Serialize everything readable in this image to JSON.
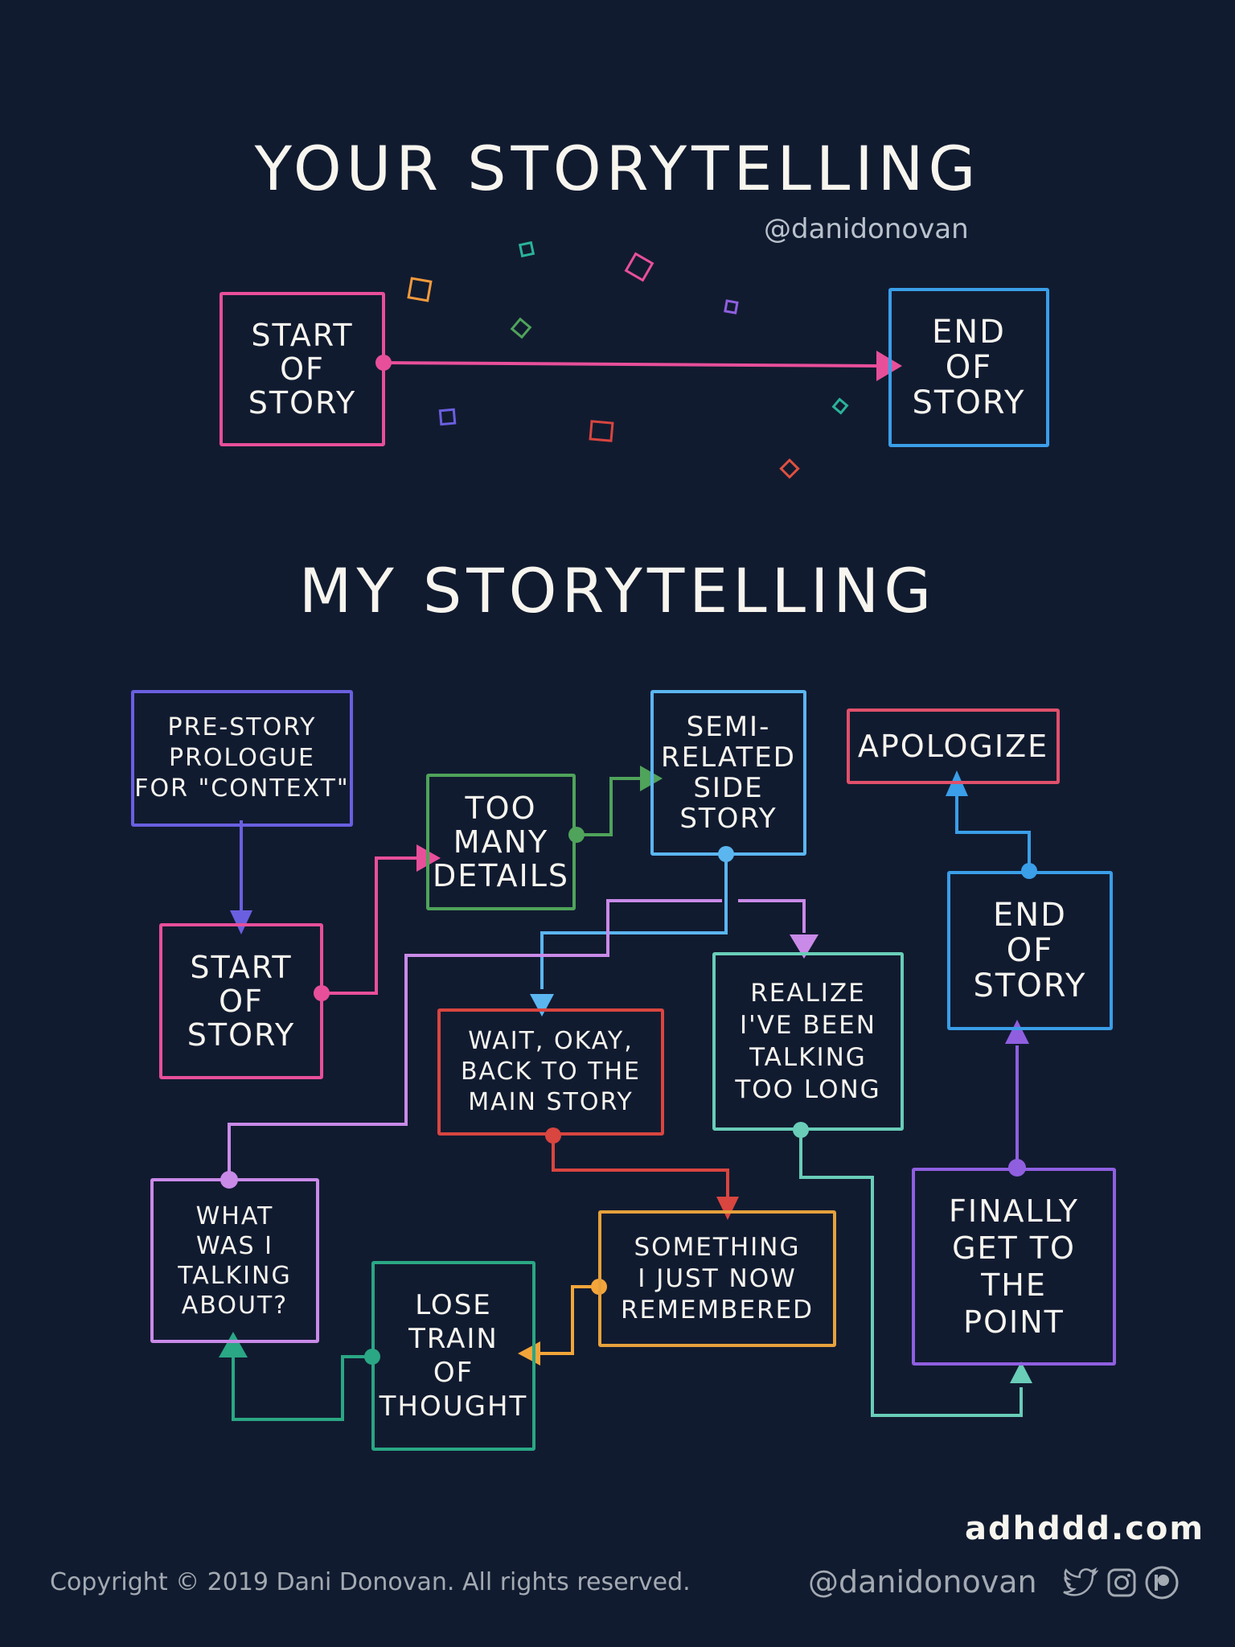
{
  "top_section": {
    "title": "YOUR STORYTELLING",
    "handle": "@danidonovan",
    "start_box": "START\nOF\nSTORY",
    "end_box": "END\nOF\nSTORY"
  },
  "bottom_section": {
    "title": "MY STORYTELLING",
    "boxes": {
      "prologue": "PRE-STORY\nPROLOGUE\nFOR \"CONTEXT\"",
      "start": "START\nOF\nSTORY",
      "details": "TOO\nMANY\nDETAILS",
      "side_story": "SEMI-\nRELATED\nSIDE\nSTORY",
      "apologize": "APOLOGIZE",
      "end": "END\nOF\nSTORY",
      "wait": "WAIT, OKAY,\nBACK TO THE\nMAIN STORY",
      "realize": "REALIZE\nI'VE BEEN\nTALKING\nTOO LONG",
      "what": "WHAT\nWAS I\nTALKING\nABOUT?",
      "lose": "LOSE\nTRAIN\nOF\nTHOUGHT",
      "remembered": "SOMETHING\nI JUST NOW\nREMEMBERED",
      "finally": "FINALLY\nGET TO THE\nPOINT"
    }
  },
  "footer": {
    "copyright": "Copyright © 2019 Dani Donovan. All rights reserved.",
    "site": "adhddd.com",
    "handle": "@danidonovan",
    "icons": [
      "twitter-icon",
      "instagram-icon",
      "patreon-icon"
    ]
  },
  "colors": {
    "background": "#111b30",
    "pink": "#e84f9a",
    "blue": "#3a9ee8",
    "indigo": "#6a5fe0",
    "green": "#4fa35a",
    "light_blue": "#5bb6f0",
    "red": "#d9453f",
    "lavender": "#c98ae8",
    "teal": "#69cdb8",
    "purple": "#8f5fe0",
    "orange": "#f3a53a",
    "emerald": "#2aa784",
    "apricot": "#e6a13c"
  }
}
